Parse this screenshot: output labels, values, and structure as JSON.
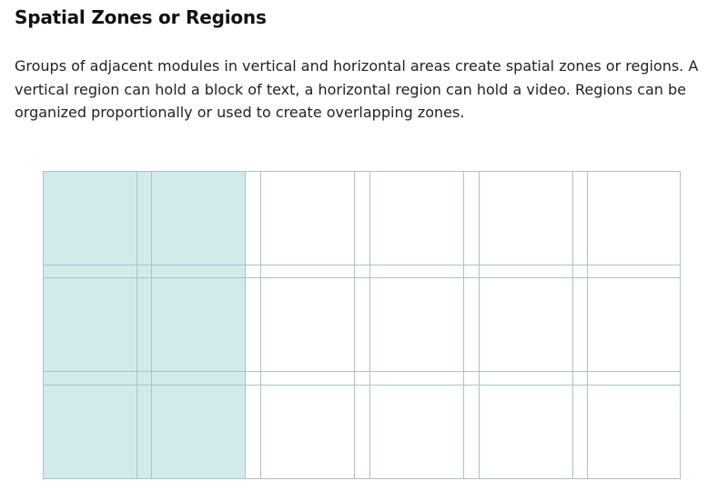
{
  "title": "Spatial Zones or Regions",
  "description": "Groups of adjacent modules in vertical and horizontal areas create spatial zones or regions. A vertical region can hold a block of text, a horizontal region can hold a video. Regions can be organized proportionally or used to create overlapping zones.",
  "grid": {
    "columns": 6,
    "rows": 3,
    "highlighted_region": {
      "first_column": 1,
      "last_column": 2,
      "first_row": 1,
      "last_row": 3
    },
    "colors": {
      "region_fill": "#d2eaea",
      "module_stroke": "#9fb3d1",
      "gutter_line": "#a9c1ce"
    }
  }
}
